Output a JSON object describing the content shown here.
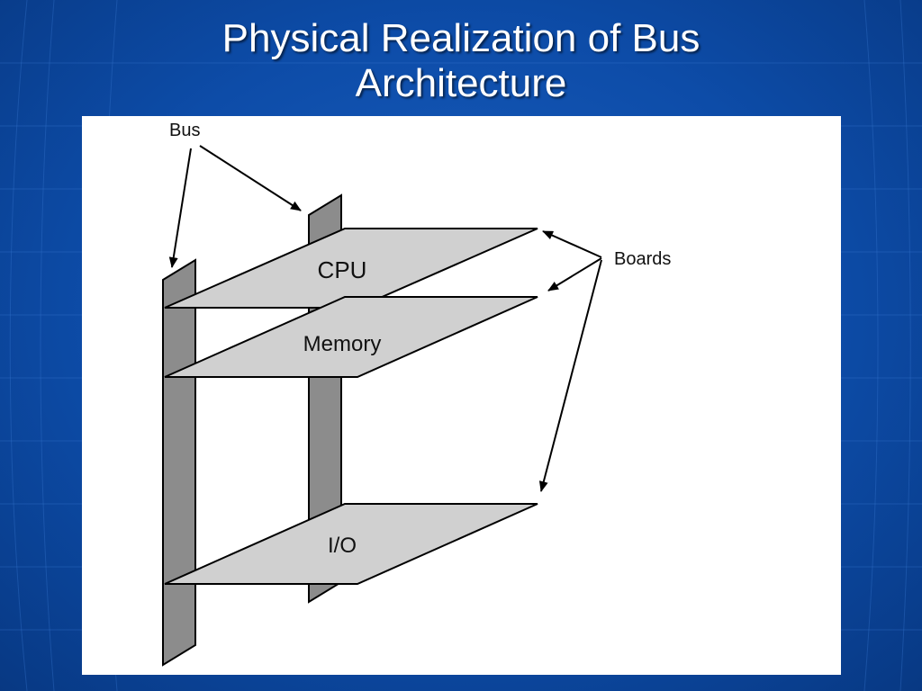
{
  "slide": {
    "title_line1": "Physical Realization of Bus",
    "title_line2": "Architecture"
  },
  "diagram": {
    "bus_label": "Bus",
    "boards_label": "Boards",
    "boards": [
      {
        "id": "cpu",
        "label": "CPU"
      },
      {
        "id": "memory",
        "label": "Memory"
      },
      {
        "id": "io",
        "label": "I/O"
      }
    ]
  },
  "colors": {
    "background": "#0d4ca8",
    "title_text": "#ffffff",
    "panel": "#ffffff",
    "bus_fill": "#8c8c8c",
    "board_fill": "#d0d0d0",
    "outline": "#000000"
  }
}
